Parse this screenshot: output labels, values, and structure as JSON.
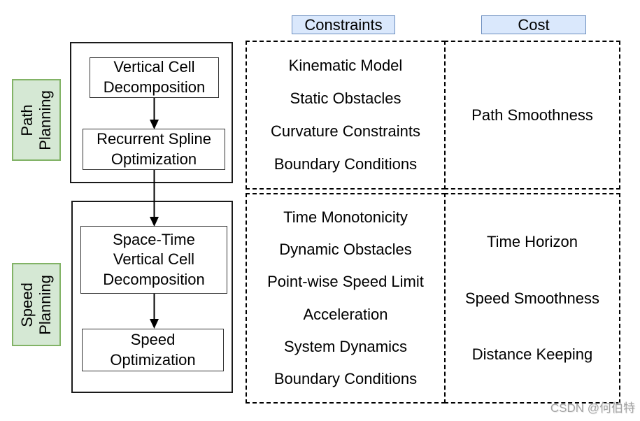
{
  "colors": {
    "stage_fill": "#d5e8d4",
    "stage_border": "#82b366",
    "header_fill": "#dae8fc",
    "header_border": "#6c8ebf"
  },
  "column_headers": {
    "constraints": "Constraints",
    "cost": "Cost"
  },
  "path_planning": {
    "stage_label": "Path\nPlanning",
    "steps": [
      "Vertical Cell\nDecomposition",
      "Recurrent Spline\nOptimization"
    ],
    "constraints": [
      "Kinematic Model",
      "Static Obstacles",
      "Curvature Constraints",
      "Boundary Conditions"
    ],
    "costs": [
      "Path Smoothness"
    ]
  },
  "speed_planning": {
    "stage_label": "Speed\nPlanning",
    "steps": [
      "Space-Time\nVertical Cell\nDecomposition",
      "Speed\nOptimization"
    ],
    "constraints": [
      "Time Monotonicity",
      "Dynamic Obstacles",
      "Point-wise Speed Limit",
      "Acceleration",
      "System Dynamics",
      "Boundary Conditions"
    ],
    "costs": [
      "Time Horizon",
      "Speed Smoothness",
      "Distance Keeping"
    ]
  },
  "watermark": "CSDN @何伯特"
}
